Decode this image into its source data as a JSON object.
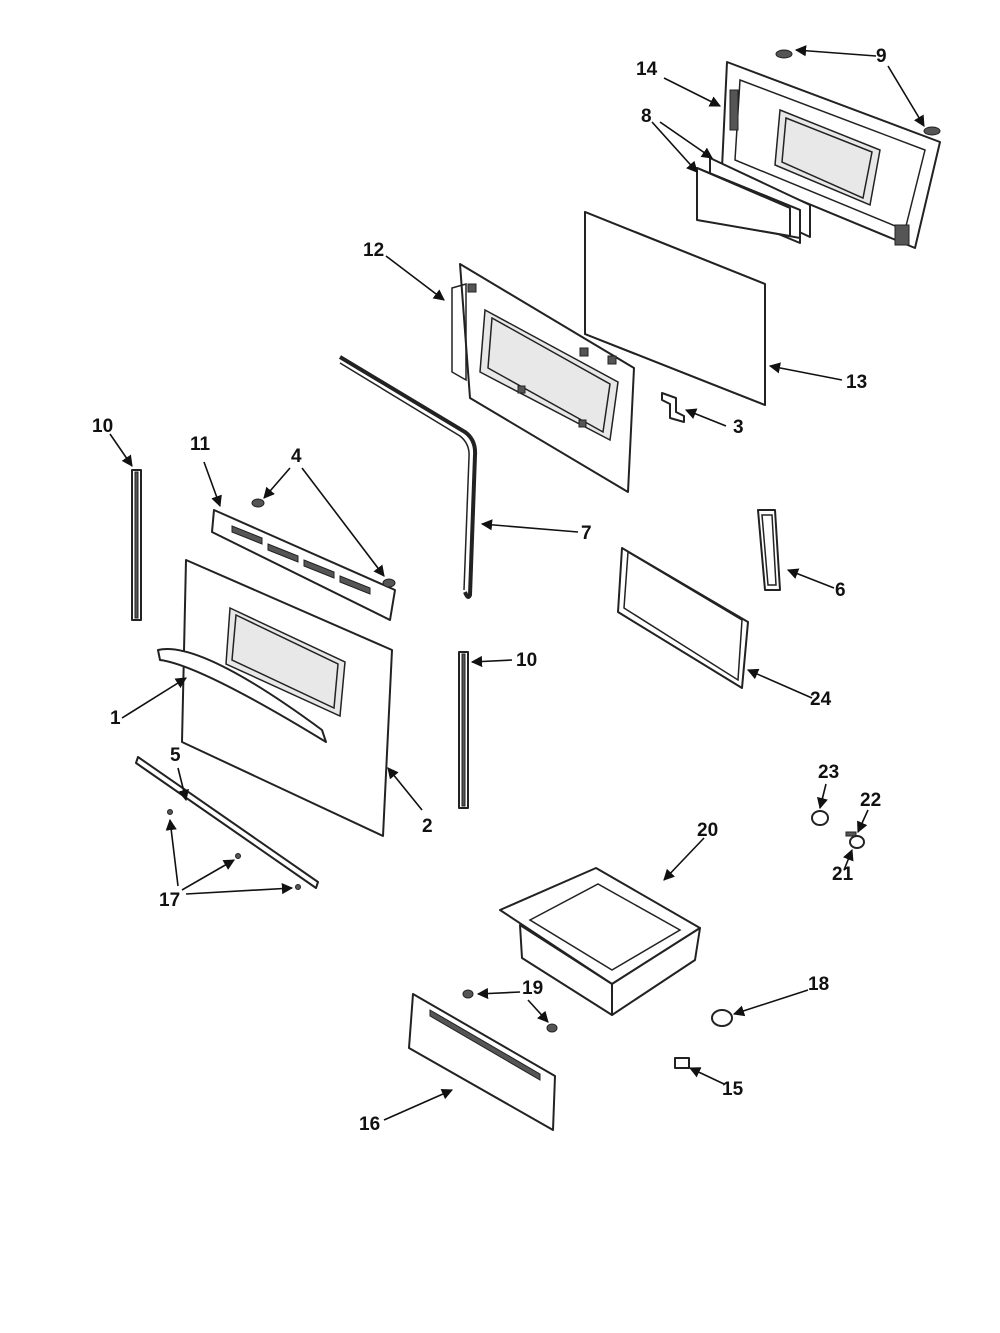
{
  "callouts": {
    "c1": "1",
    "c2": "2",
    "c3": "3",
    "c4": "4",
    "c5": "5",
    "c6": "6",
    "c7": "7",
    "c8": "8",
    "c9": "9",
    "c10a": "10",
    "c10b": "10",
    "c11": "11",
    "c12": "12",
    "c13": "13",
    "c14": "14",
    "c15": "15",
    "c16": "16",
    "c17": "17",
    "c18": "18",
    "c19": "19",
    "c20": "20",
    "c21": "21",
    "c22": "22",
    "c23": "23",
    "c24": "24"
  }
}
